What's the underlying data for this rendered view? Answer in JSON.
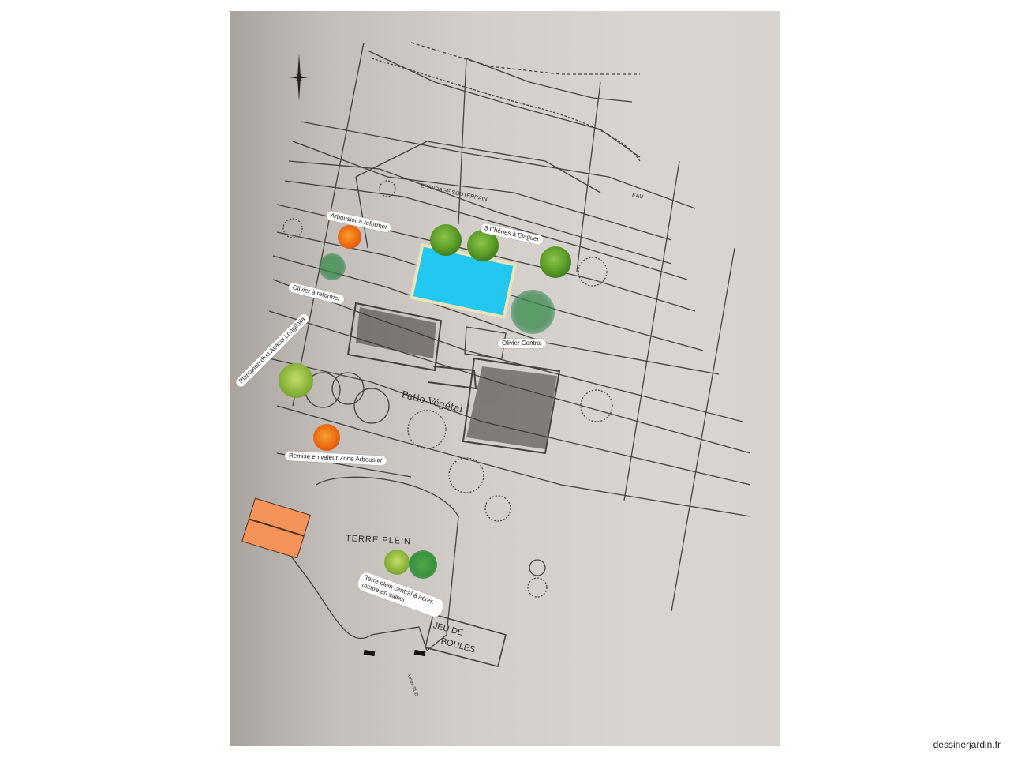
{
  "plan": {
    "compass": "north-arrow-compass-rose",
    "ink_labels": {
      "epandage": "EPANDAGE SOUTERRAIN",
      "eau": "EAU",
      "patio": "Patio Végétal",
      "terre_plein": "TERRE PLEIN",
      "jeu_de_boules_line1": "JEU DE",
      "jeu_de_boules_line2": "BOULES",
      "acces_sud": "Accès SUD"
    },
    "annotations": [
      {
        "id": "arbousier-reformer",
        "text": "Arbousier à reformer"
      },
      {
        "id": "chenes-elaguer",
        "text": "3 Chênes à Elaguer"
      },
      {
        "id": "olivier-reformer",
        "text": "Olivier à reformer"
      },
      {
        "id": "olivier-central",
        "text": "Olivier Central"
      },
      {
        "id": "acacia",
        "text": "Plantation d'un Acacia Longifolia"
      },
      {
        "id": "remise-valeur",
        "text": "Remise en valeur Zone Arbousier"
      },
      {
        "id": "terre-plein-central",
        "text": "Terre plein central à aérer, mettre en valeur"
      }
    ],
    "colors": {
      "pool": "#22c8f0",
      "pool_edge": "#efe4b8",
      "oak": "#5fa02a",
      "olive": "#2d8246",
      "arbousier": "#ee6d12",
      "acacia": "#8fb83c",
      "shed": "#f6935a"
    }
  },
  "footer": {
    "watermark": "dessinerjardin.fr"
  }
}
